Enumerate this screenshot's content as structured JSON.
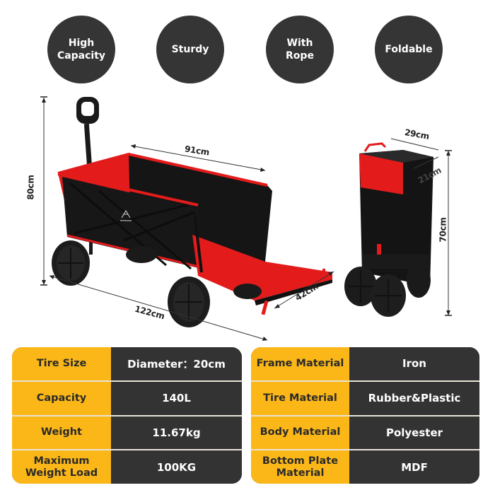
{
  "features": [
    {
      "label": "High Capacity",
      "lines": [
        "High",
        "Capacity"
      ]
    },
    {
      "label": "Sturdy",
      "lines": [
        "Sturdy"
      ]
    },
    {
      "label": "With Rope",
      "lines": [
        "With",
        "Rope"
      ]
    },
    {
      "label": "Foldable",
      "lines": [
        "Foldable"
      ]
    }
  ],
  "dimensions": {
    "height_unfolded": "80cm",
    "length_top": "91cm",
    "length_total": "122cm",
    "tailgate_width": "42cm",
    "folded_width": "29cm",
    "folded_depth": "21cm",
    "folded_height": "70cm"
  },
  "specs_left": [
    {
      "label": "Tire Size",
      "value": "Diameter：20cm"
    },
    {
      "label": "Capacity",
      "value": "140L"
    },
    {
      "label": "Weight",
      "value": "11.67kg"
    },
    {
      "label": "Maximum Weight Load",
      "value": "100KG"
    }
  ],
  "specs_right": [
    {
      "label": "Frame Material",
      "value": "Iron"
    },
    {
      "label": "Tire Material",
      "value": "Rubber&Plastic"
    },
    {
      "label": "Body Material",
      "value": "Polyester"
    },
    {
      "label": "Bottom Plate Material",
      "value": "MDF"
    }
  ],
  "colors": {
    "feature_circle": "#363535",
    "label_yellow": "#FBB718",
    "value_dark": "#333333",
    "wagon_red": "#E31B1B",
    "wagon_black": "#161616"
  }
}
